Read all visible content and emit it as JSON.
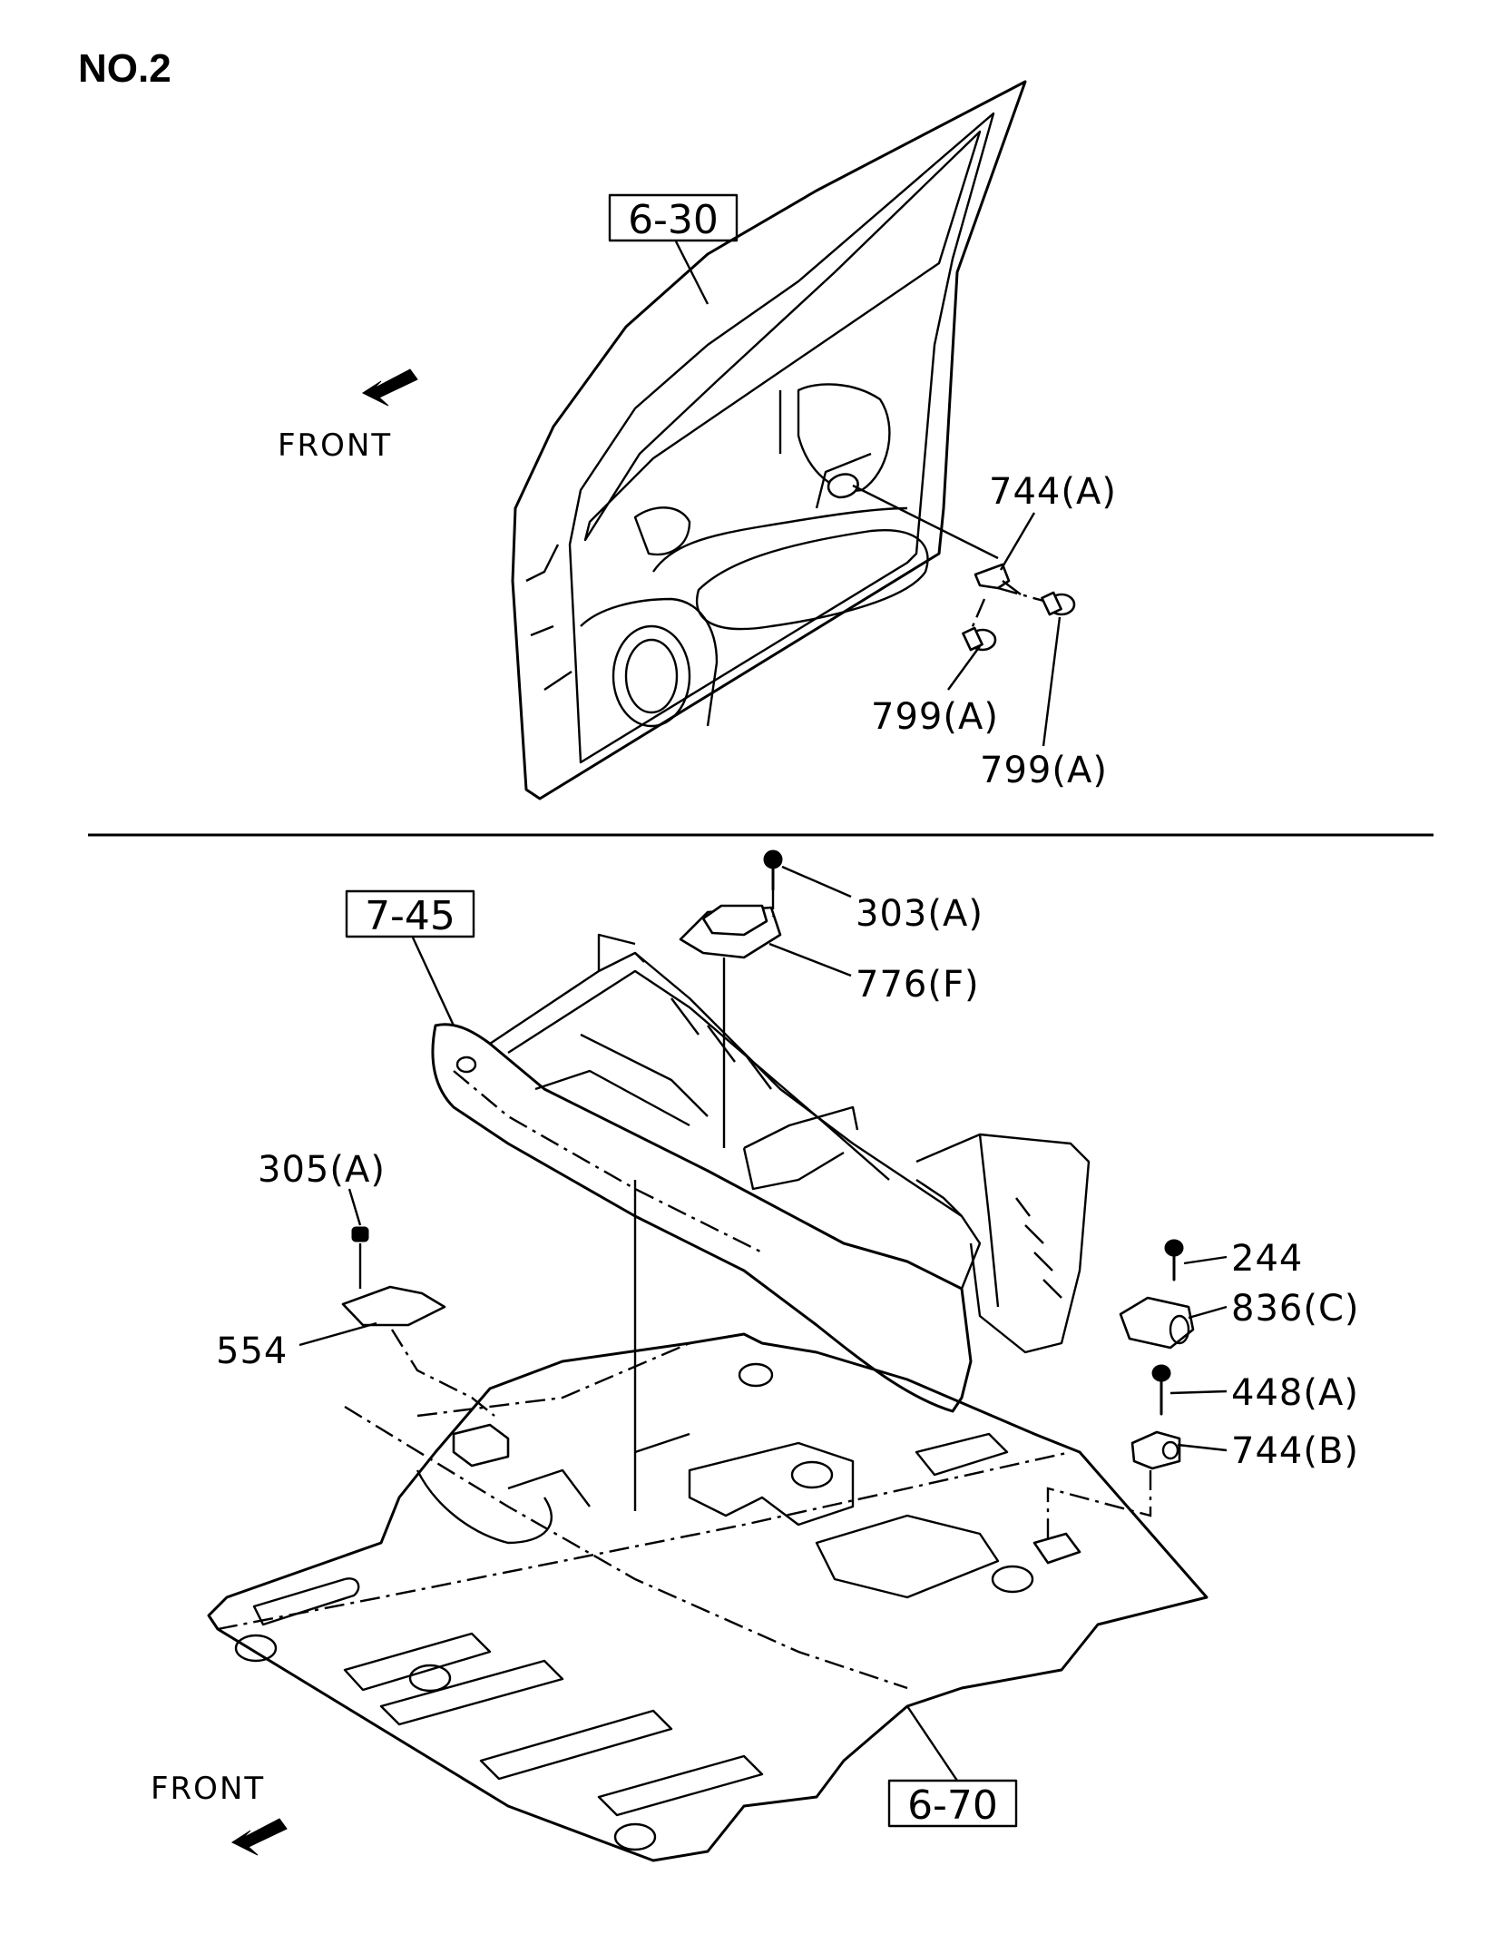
{
  "title": "NO.2",
  "top_view": {
    "front_label": "FRONT",
    "ref_door": "6-30",
    "callouts": {
      "c744a": "744(A)",
      "c799a_1": "799(A)",
      "c799a_2": "799(A)"
    }
  },
  "bottom_view": {
    "front_label": "FRONT",
    "ref_console": "7-45",
    "ref_floor": "6-70",
    "callouts": {
      "c303a": "303(A)",
      "c776f": "776(F)",
      "c305a": "305(A)",
      "c554": "554",
      "c244": "244",
      "c836c": "836(C)",
      "c448a": "448(A)",
      "c744b": "744(B)"
    }
  },
  "icons": [
    "front-arrow-icon",
    "front-arrow-icon"
  ]
}
